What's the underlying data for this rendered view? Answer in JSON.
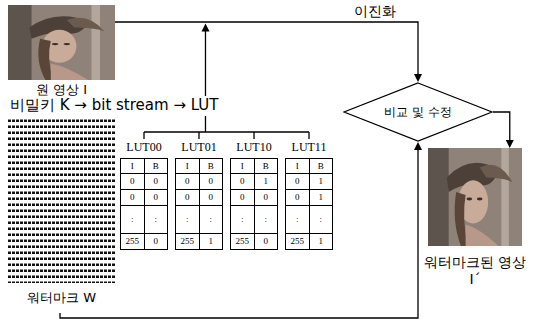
{
  "diagram": {
    "nodes": [
      {
        "text": [
          "원 영상 I"
        ]
      },
      {
        "text": [
          "비교 및 수정"
        ]
      },
      {
        "text": [
          "LUT00",
          "I",
          "B",
          "0",
          "0",
          "0",
          "0",
          ":",
          ":",
          "255",
          "0"
        ]
      },
      {
        "text": [
          "LUT01",
          "I",
          "B",
          "0",
          "0",
          "0",
          "0",
          ":",
          ":",
          "255",
          "1"
        ]
      },
      {
        "text": [
          "LUT10",
          "I",
          "B",
          "0",
          "1",
          "0",
          "0",
          ":",
          ":",
          "255",
          "0"
        ]
      },
      {
        "text": [
          "LUT11",
          "I",
          "B",
          "0",
          "1",
          "0",
          "1",
          ":",
          ":",
          "255",
          "1"
        ]
      },
      {
        "text": [
          "워터마크된 영상 I´"
        ]
      },
      {
        "text": [
          "워터마크 W"
        ]
      }
    ],
    "edges": [
      {
        "from": 0,
        "to": 1,
        "label": "이진화",
        "arrow": "to"
      },
      {
        "from": 1,
        "to": 6,
        "arrow": "to"
      },
      {
        "from": 7,
        "to": 1,
        "arrow": "to"
      }
    ],
    "labels": [
      "비밀키 K → bit stream → LUT"
    ]
  }
}
